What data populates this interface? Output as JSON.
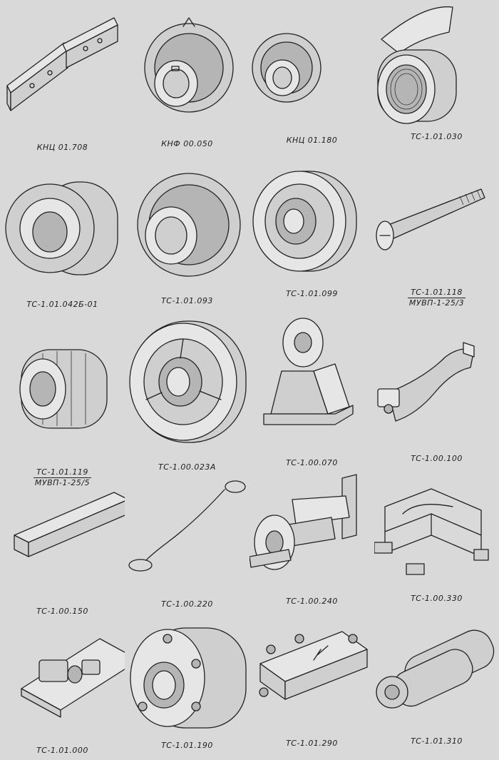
{
  "parts": [
    {
      "code": "КНЦ 01.708"
    },
    {
      "code": "КНФ 00.050"
    },
    {
      "code": "КНЦ 01.180"
    },
    {
      "code": "ТС-1.01.030"
    },
    {
      "code": "ТС-1.01.042Б-01"
    },
    {
      "code": "ТС-1.01.093"
    },
    {
      "code": "ТС-1.01.099"
    },
    {
      "code": "ТС-1.01.118",
      "subcode": "МУВП-1-25/3"
    },
    {
      "code": "ТС-1.01.119",
      "subcode": "МУВП-1-25/5"
    },
    {
      "code": "ТС-1.00.023А"
    },
    {
      "code": "ТС-1.00.070"
    },
    {
      "code": "ТС-1.00.100"
    },
    {
      "code": "ТС-1.00.150"
    },
    {
      "code": "ТС-1.00.220"
    },
    {
      "code": "ТС-1.00.240"
    },
    {
      "code": "ТС-1.00.330"
    },
    {
      "code": "ТС-1.01.000"
    },
    {
      "code": "ТС-1.01.190"
    },
    {
      "code": "ТС-1.01.290"
    },
    {
      "code": "ТС-1.01.310"
    }
  ]
}
